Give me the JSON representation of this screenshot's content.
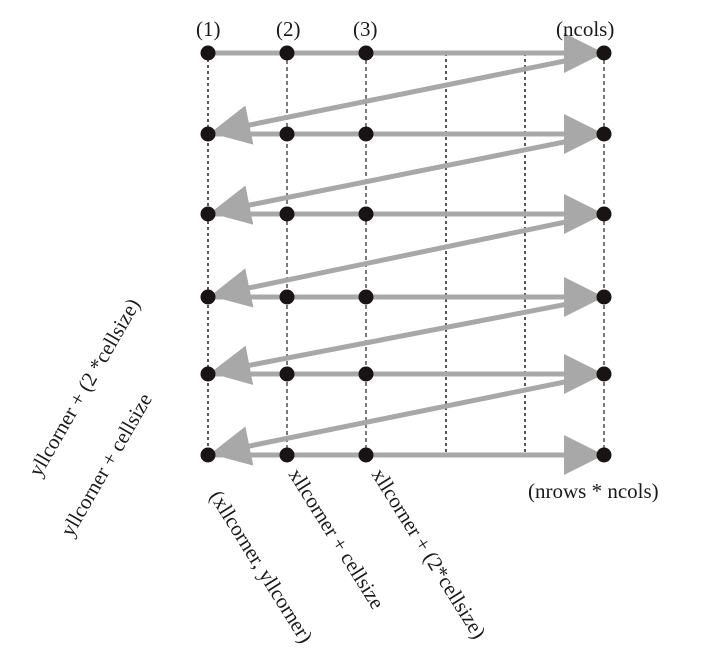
{
  "column_labels": [
    "(1)",
    "(2)",
    "(3)",
    "(ncols)"
  ],
  "end_label": "(nrows * ncols)",
  "y_labels": [
    "yllcorner + (2 *cellsize)",
    "yllcorner + cellsize"
  ],
  "x_labels": [
    "(xllcorner, yllcorner)",
    "xllcorner + cellsize",
    "xllcorner + (2*cellsize)"
  ],
  "grid": {
    "rows": 6,
    "node_columns": 4,
    "extra_columns": 2
  },
  "colors": {
    "node": "#1a1313",
    "arrow": "#a8a8a8",
    "grid": "#222222",
    "text": "#1a1a1a"
  }
}
